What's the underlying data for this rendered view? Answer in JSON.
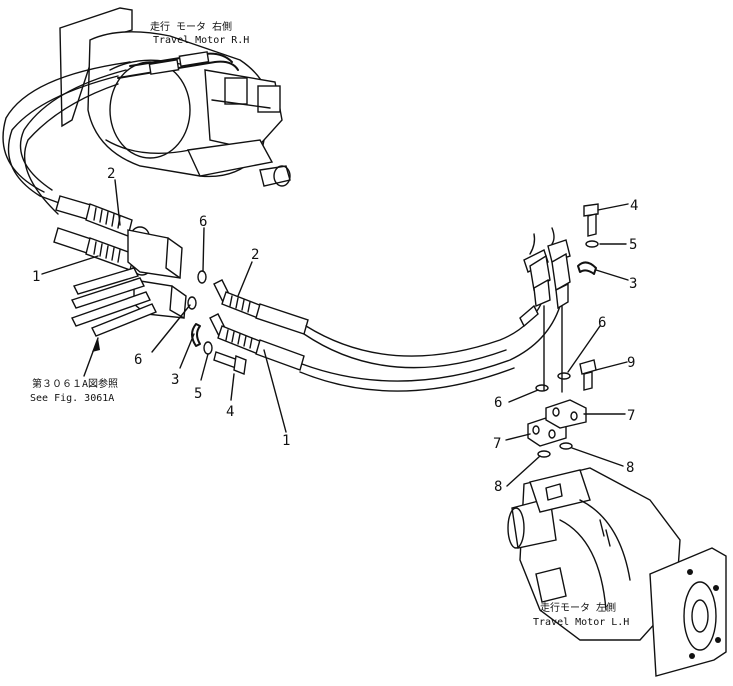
{
  "labels": {
    "rh_jp": "走行 モータ 右側",
    "rh_en": "Travel Motor R.H",
    "lh_jp": "走行モータ 左側",
    "lh_en": "Travel Motor L.H",
    "see_jp": "第３０６１A図参照",
    "see_en": "See Fig. 3061A"
  },
  "callouts": {
    "c2_top": "2",
    "c1_left": "1",
    "c6_upper": "6",
    "c2_mid": "2",
    "c6_lower": "6",
    "c3_lower": "3",
    "c5_lower": "5",
    "c4_lower": "4",
    "c1_lower": "1",
    "c4_right": "4",
    "c5_right": "5",
    "c3_right": "3",
    "c6_right": "6",
    "c9_right": "9",
    "c6_block": "6",
    "c7_right": "7",
    "c7_left": "7",
    "c8_right": "8",
    "c8_left": "8"
  }
}
